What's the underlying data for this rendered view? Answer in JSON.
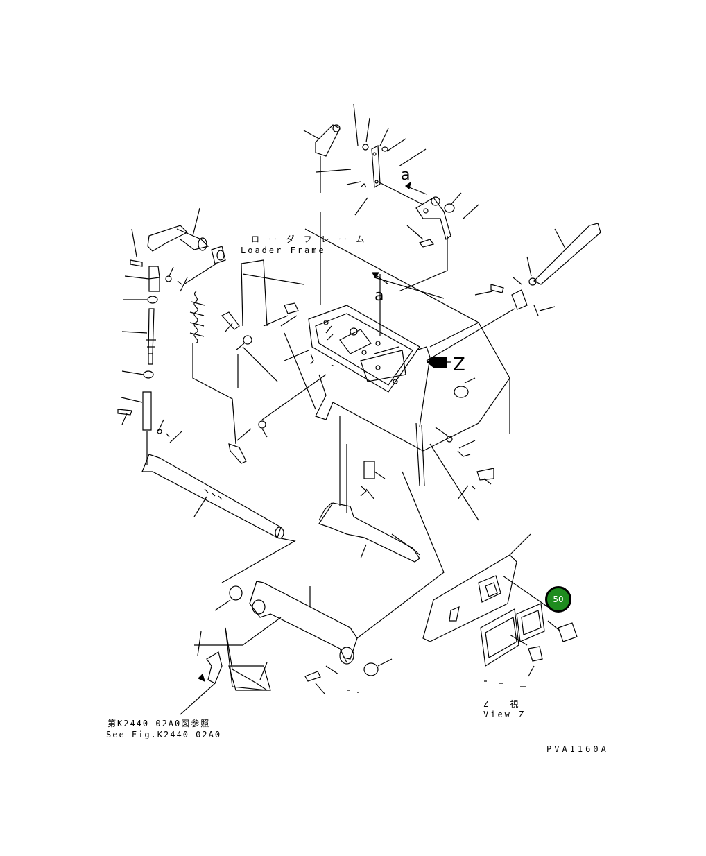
{
  "labels": {
    "loader_frame_jp": "ロ ー ダ フ レ ー ム",
    "loader_frame_en": "Loader Frame",
    "ref_jp": "第K2440-02A0図参照",
    "ref_en": "See Fig.K2440-02A0",
    "view_jp": "Z 視",
    "view_en": "View Z",
    "drawing_code": "PVA1160A",
    "arrow_a_top": "a",
    "arrow_a_mid": "a",
    "arrow_z": "Z"
  },
  "callout": {
    "number": "50",
    "color": "#1e8c1e"
  }
}
